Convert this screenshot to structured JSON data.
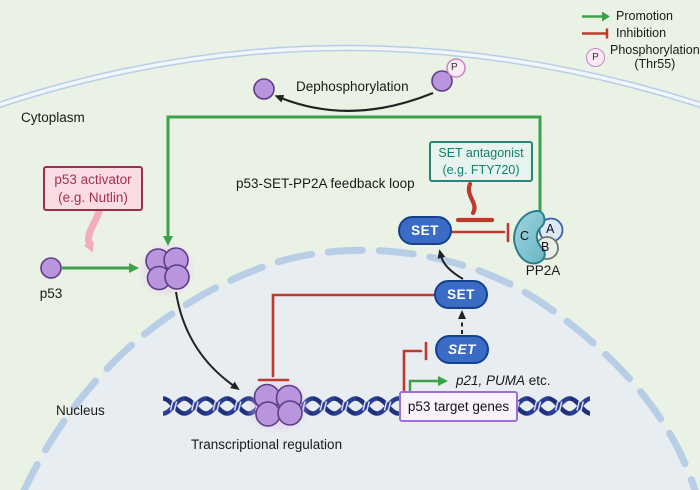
{
  "legend": {
    "promotion": "Promotion",
    "inhibition": "Inhibition",
    "phosphorylation_line1": "Phosphorylation",
    "phosphorylation_line2": "(Thr55)"
  },
  "compartments": {
    "cytoplasm": "Cytoplasm",
    "nucleus": "Nucleus"
  },
  "labels": {
    "dephosphorylation": "Dephosphorylation",
    "feedback_loop": "p53-SET-PP2A  feedback loop",
    "transcriptional_regulation": "Transcriptional regulation",
    "p53": "p53",
    "pp2a": "PP2A",
    "target_genes_italic": "p21, PUMA",
    "target_genes_rest": " etc."
  },
  "molecules": {
    "set": "SET",
    "pp2a_c": "C",
    "pp2a_a": "A",
    "pp2a_b": "B",
    "phospho_badge": "P"
  },
  "boxes": {
    "p53_activator_line1": "p53 activator",
    "p53_activator_line2": "(e.g. Nutlin)",
    "set_antagonist_line1": "SET antagonist",
    "set_antagonist_line2": "(e.g. FTY720)",
    "p53_target_genes": "p53 target genes"
  },
  "colors": {
    "promotion_green": "#3da14c",
    "inhibition_red": "#bf392c",
    "set_blue": "#3b6cc5",
    "p53_purple": "#b995de",
    "pp2a_teal": "#7fc3cf",
    "membrane_blue": "#b9cfe7",
    "cytoplasm_bg": "#eaf2e6",
    "nucleus_bg": "#e7edf0",
    "dna_navy": "#20307d",
    "activator_pink": "#f9dce4",
    "antagonist_mint": "#e7f3ef",
    "target_genes_lavender": "#f7f2fd"
  }
}
